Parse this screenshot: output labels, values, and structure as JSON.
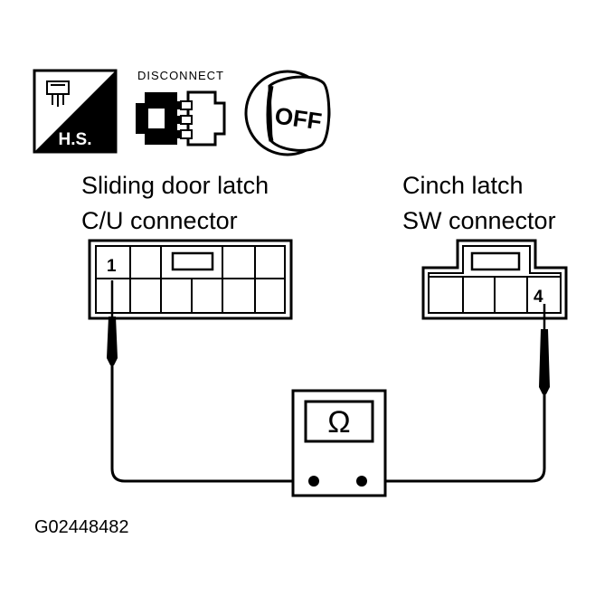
{
  "icons": {
    "hs_label": "H.S.",
    "disconnect_label": "DISCONNECT",
    "ignition_label": "OFF"
  },
  "left_connector": {
    "line1": "Sliding door latch",
    "line2": "C/U connector",
    "pin": "1"
  },
  "right_connector": {
    "line1": "Cinch latch",
    "line2": "SW connector",
    "pin": "4"
  },
  "meter": {
    "symbol": "Ω"
  },
  "figure_code": "G02448482"
}
